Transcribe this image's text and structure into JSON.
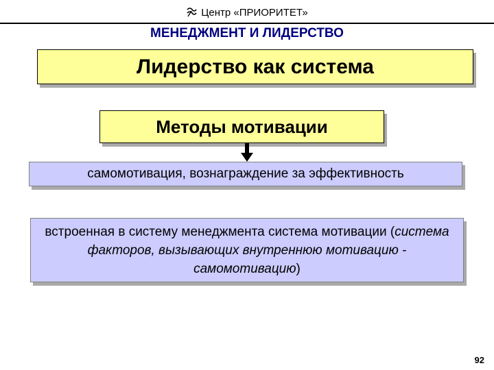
{
  "header": {
    "org": "Центр «ПРИОРИТЕТ»",
    "logo_icon": "stylized-wave-logo"
  },
  "section_title": "МЕНЕДЖМЕНТ И ЛИДЕРСТВО",
  "main_title": "Лидерство как система",
  "methods_title": "Методы мотивации",
  "self_motivation": "самомотивация, вознаграждение за эффективность",
  "builtin": {
    "prefix": "встроенная в систему менеджмента система мотивации (",
    "italic": "система факторов, вызывающих внутреннюю мотивацию - самомотивацию",
    "suffix": ")"
  },
  "page_number": "92",
  "colors": {
    "title_box_bg": "#ffff99",
    "blue_box_bg": "#ccccff",
    "section_title_color": "#000080"
  }
}
